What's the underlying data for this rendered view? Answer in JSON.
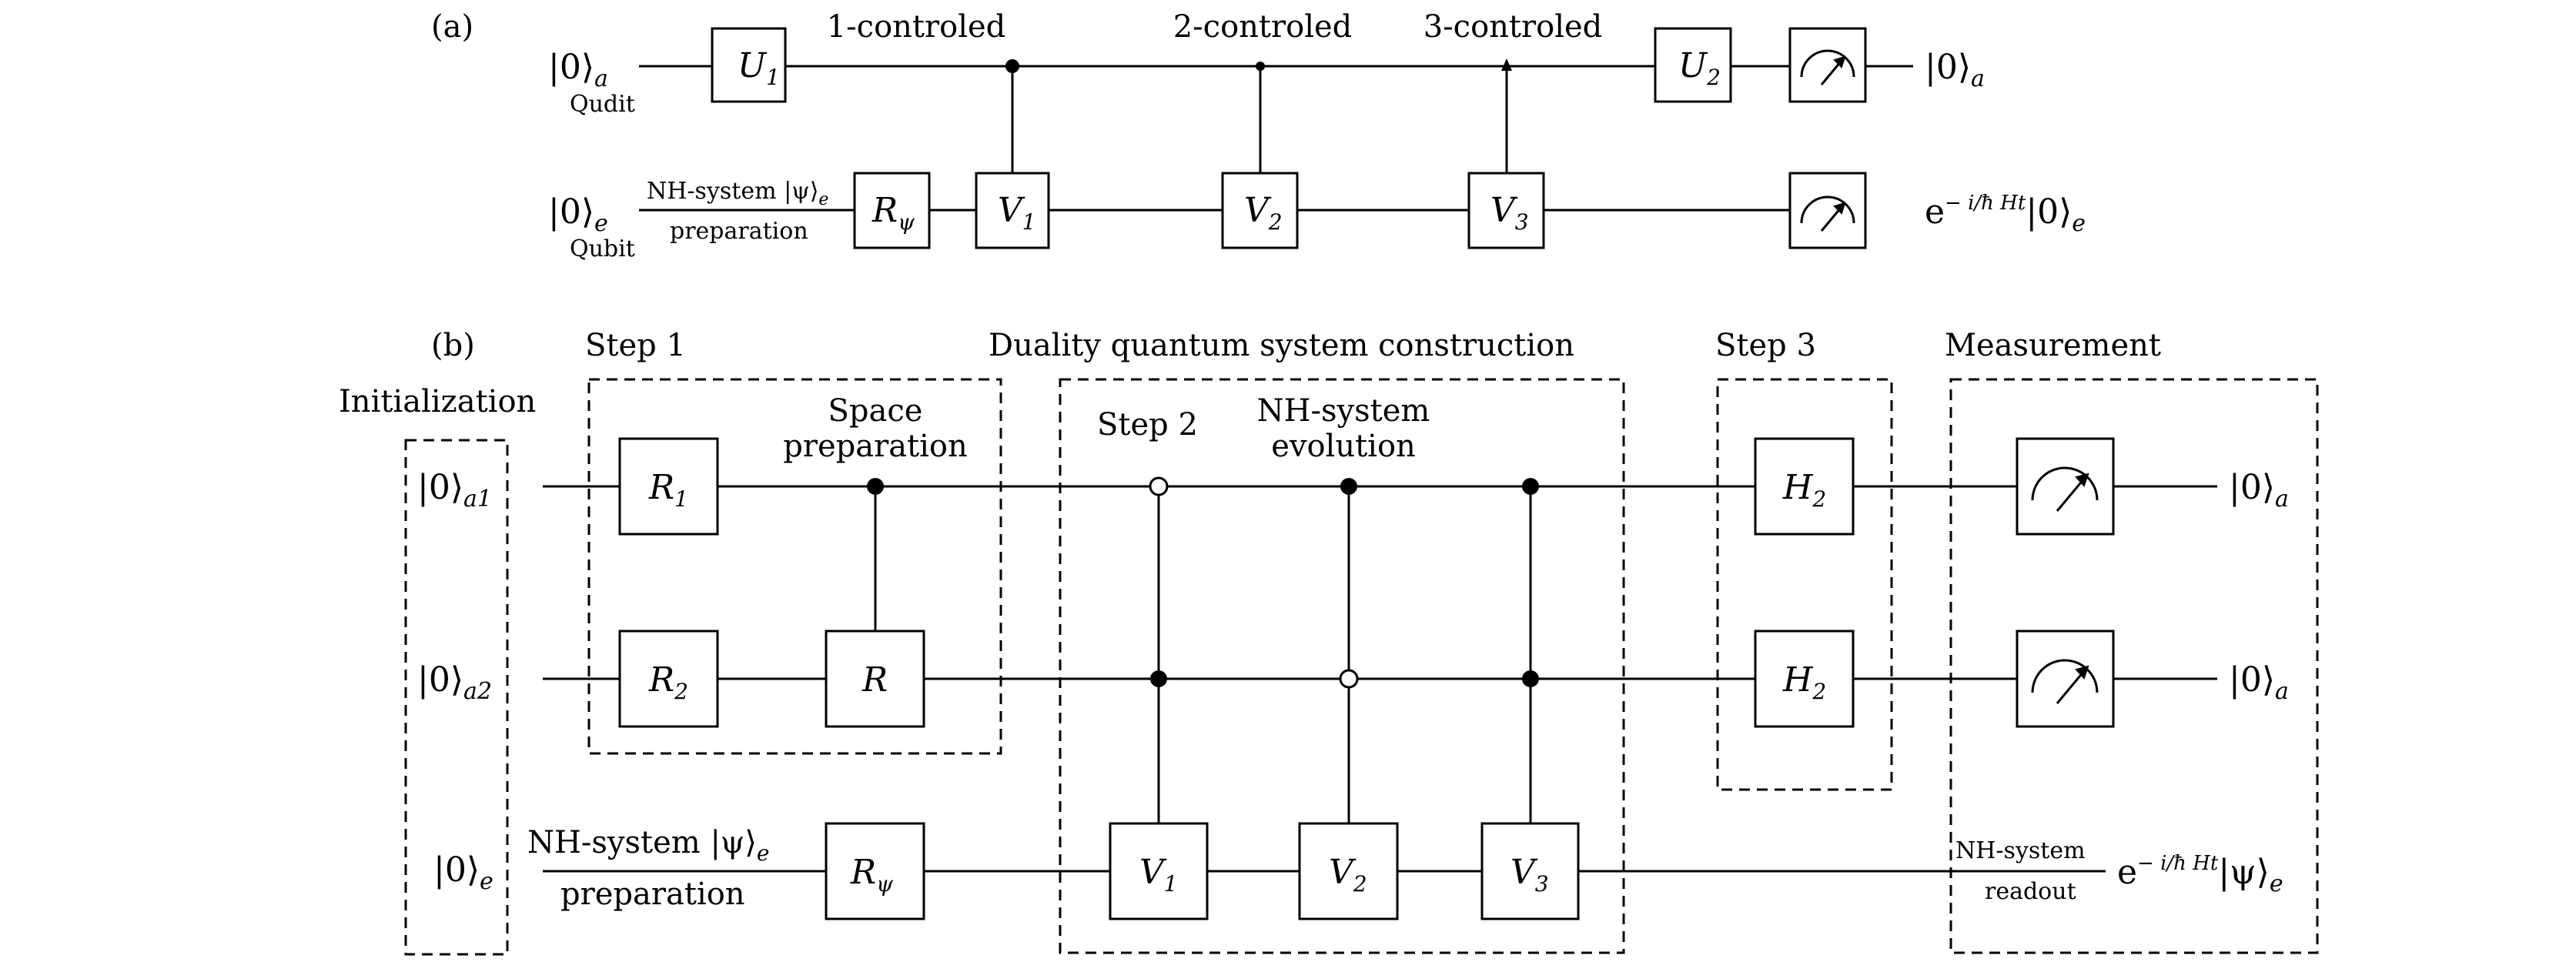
{
  "panel_a": {
    "label": "(a)",
    "control_labels": [
      "1-controled",
      "2-controled",
      "3-controled"
    ],
    "qudit": {
      "input_ket": "|0⟩",
      "input_sub": "a",
      "input_caption": "Qudit",
      "gates": [
        {
          "main": "U",
          "sub": "1"
        },
        {
          "main": "U",
          "sub": "2"
        }
      ],
      "output_ket": "|0⟩",
      "output_sub": "a"
    },
    "qubit": {
      "input_ket": "|0⟩",
      "input_sub": "e",
      "input_caption": "Qubit",
      "prep_top": "NH-system |ψ⟩",
      "prep_top_sub": "e",
      "prep_bottom": "preparation",
      "gates": [
        {
          "main": "R",
          "sub": "ψ"
        },
        {
          "main": "V",
          "sub": "1"
        },
        {
          "main": "V",
          "sub": "2"
        },
        {
          "main": "V",
          "sub": "3"
        }
      ],
      "output_exp": "e",
      "output_exp_sup": "− i/ħ Ht",
      "output_ket": "|0⟩",
      "output_sub": "e"
    }
  },
  "panel_b": {
    "label": "(b)",
    "sections": {
      "initialization": "Initialization",
      "step1": "Step 1",
      "space_prep_1": "Space",
      "space_prep_2": "preparation",
      "duality": "Duality quantum system construction",
      "step2": "Step 2",
      "nh_evolution_1": "NH-system",
      "nh_evolution_2": "evolution",
      "step3": "Step 3",
      "measurement": "Measurement"
    },
    "wires": [
      {
        "ket": "|0⟩",
        "sub": "a1",
        "out_ket": "|0⟩",
        "out_sub": "a"
      },
      {
        "ket": "|0⟩",
        "sub": "a2",
        "out_ket": "|0⟩",
        "out_sub": "a"
      },
      {
        "ket": "|0⟩",
        "sub": "e"
      }
    ],
    "gates": {
      "r1": {
        "main": "R",
        "sub": "1"
      },
      "r2": {
        "main": "R",
        "sub": "2"
      },
      "r": {
        "main": "R",
        "sub": ""
      },
      "rpsi": {
        "main": "R",
        "sub": "ψ"
      },
      "v1": {
        "main": "V",
        "sub": "1"
      },
      "v2": {
        "main": "V",
        "sub": "2"
      },
      "v3": {
        "main": "V",
        "sub": "3"
      },
      "h2a": {
        "main": "H",
        "sub": "2"
      },
      "h2b": {
        "main": "H",
        "sub": "2"
      }
    },
    "prep_top": "NH-system |ψ⟩",
    "prep_top_sub": "e",
    "prep_bottom": "preparation",
    "readout_top": "NH-system",
    "readout_bottom": "readout",
    "output_exp": "e",
    "output_exp_sup": "− i/ħ Ht",
    "output_ket": "|ψ⟩",
    "output_sub": "e"
  }
}
